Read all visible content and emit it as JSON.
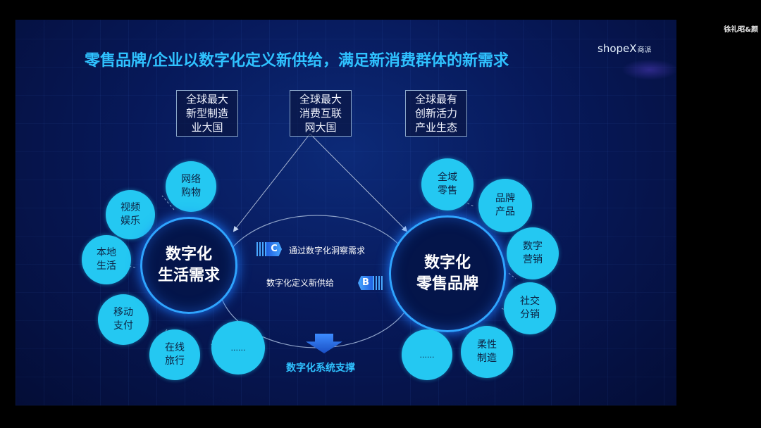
{
  "watermark": "徐礼昭&颜",
  "title": "零售品牌/企业以数字化定义新供给，满足新消费群体的新需求",
  "logo": {
    "main": "shopeX",
    "sub": "商派"
  },
  "top_boxes": [
    {
      "text": "全球最大\n新型制造\n业大国"
    },
    {
      "text": "全球最大\n消费互联\n网大国"
    },
    {
      "text": "全球最有\n创新活力\n产业生态"
    }
  ],
  "left_hub": {
    "text": "数字化\n生活需求"
  },
  "right_hub": {
    "text": "数字化\n零售品牌"
  },
  "left_nodes": [
    {
      "text": "网络\n购物"
    },
    {
      "text": "视频\n娱乐"
    },
    {
      "text": "本地\n生活"
    },
    {
      "text": "移动\n支付"
    },
    {
      "text": "在线\n旅行"
    },
    {
      "text": "......"
    }
  ],
  "right_nodes": [
    {
      "text": "全域\n零售"
    },
    {
      "text": "品牌\n产品"
    },
    {
      "text": "数字\n营销"
    },
    {
      "text": "社交\n分销"
    },
    {
      "text": "柔性\n制造"
    },
    {
      "text": "......"
    }
  ],
  "middle": {
    "badge_c": "C",
    "text_c": "通过数字化洞察需求",
    "badge_b": "B",
    "text_b": "数字化定义新供给"
  },
  "bottom_label": "数字化系统支撑",
  "colors": {
    "accent": "#2fc2ff",
    "node": "#24c8f2",
    "hub_ring": "#2fa4ff"
  }
}
